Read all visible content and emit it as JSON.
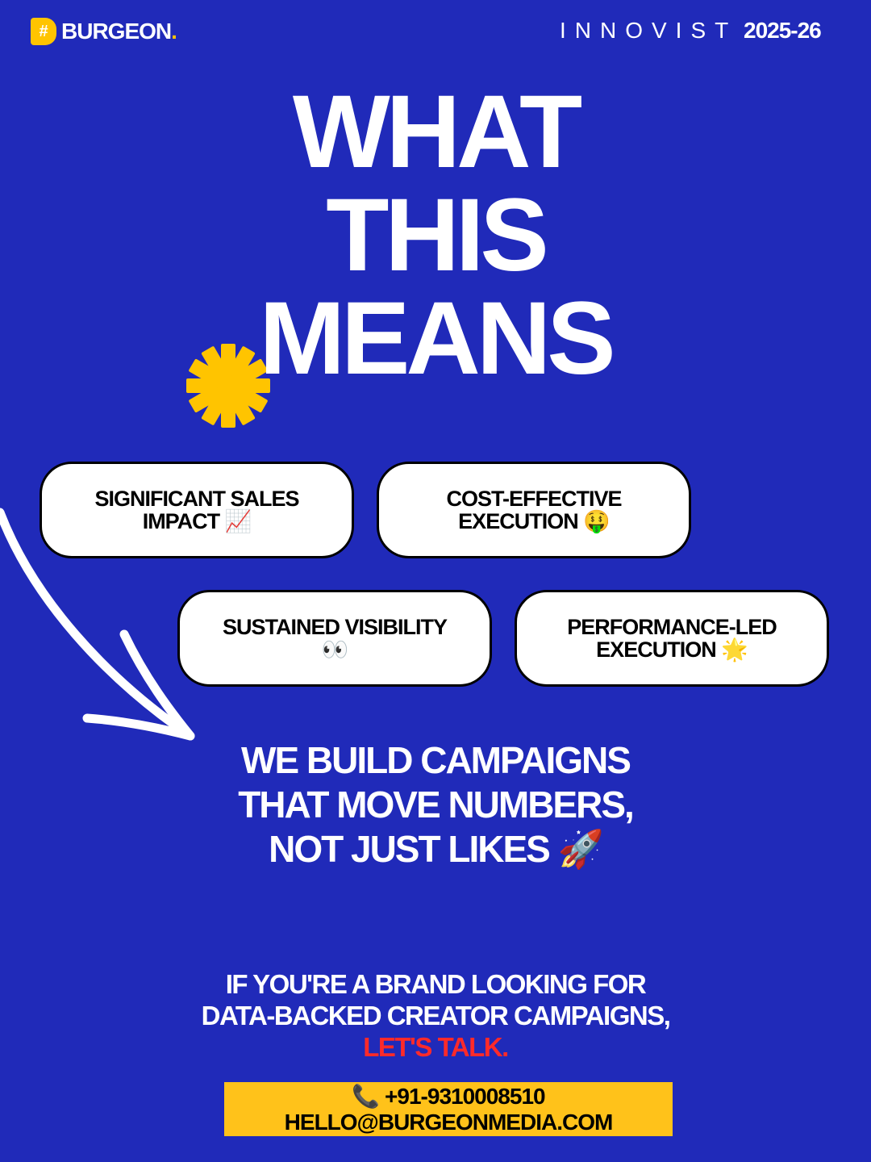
{
  "header": {
    "logo_mark": "#",
    "logo_text": "BURGEON",
    "logo_dot": ".",
    "partner": "INNOVIST",
    "year": "2025-26"
  },
  "title": [
    "WHAT",
    "THIS",
    "MEANS"
  ],
  "pills": [
    {
      "line1": "SIGNIFICANT SALES",
      "line2": "IMPACT 📈"
    },
    {
      "line1": "COST-EFFECTIVE",
      "line2": "EXECUTION 🤑"
    },
    {
      "line1": "SUSTAINED VISIBILITY",
      "line2": "👀"
    },
    {
      "line1": "PERFORMANCE-LED",
      "line2": "EXECUTION 🌟"
    }
  ],
  "tagline": [
    "WE BUILD CAMPAIGNS",
    "THAT MOVE NUMBERS,",
    "NOT JUST LIKES 🚀"
  ],
  "cta": {
    "line1": "IF YOU'RE A BRAND LOOKING FOR",
    "line2": "DATA-BACKED CREATOR CAMPAIGNS,",
    "highlight": "LET'S TALK."
  },
  "contact": {
    "phone_icon": "📞",
    "phone": "+91-9310008510",
    "email": "HELLO@BURGEONMEDIA.COM"
  },
  "colors": {
    "background": "#202ab9",
    "accent": "#ffc400",
    "highlight": "#ff2a2a"
  }
}
